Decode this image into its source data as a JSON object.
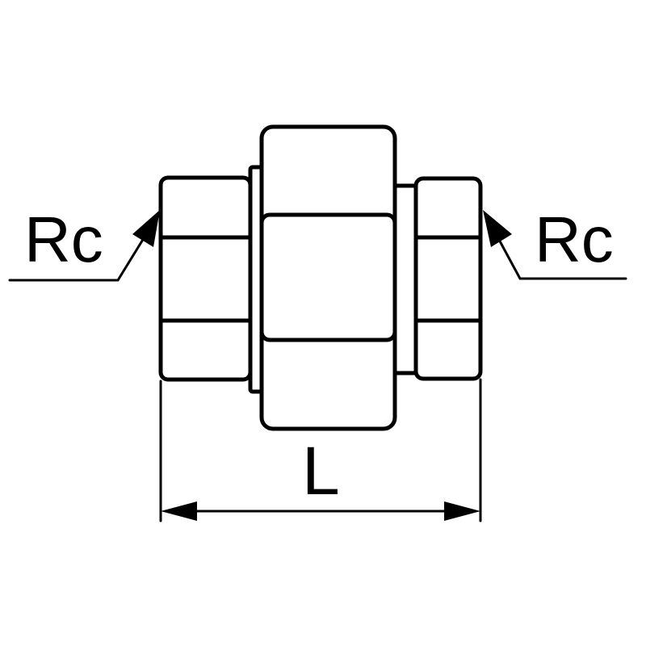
{
  "labels": {
    "thread_left": "Rc",
    "thread_right": "Rc",
    "length": "L"
  },
  "colors": {
    "line": "#000000",
    "background": "#ffffff"
  }
}
